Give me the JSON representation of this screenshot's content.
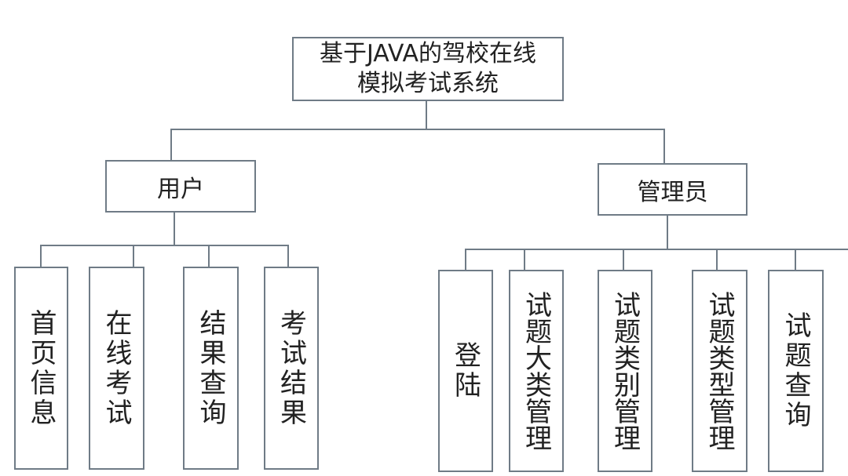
{
  "root": {
    "line1": "基于JAVA的驾校在线",
    "line2": "模拟考试系统"
  },
  "user": {
    "label": "用户",
    "children": [
      "首页信息",
      "在线考试",
      "结果查询",
      "考试结果"
    ]
  },
  "admin": {
    "label": "管理员",
    "children": [
      "登陆",
      "试题大类管理",
      "试题类别管理",
      "试题类型管理",
      "试题查询"
    ]
  }
}
